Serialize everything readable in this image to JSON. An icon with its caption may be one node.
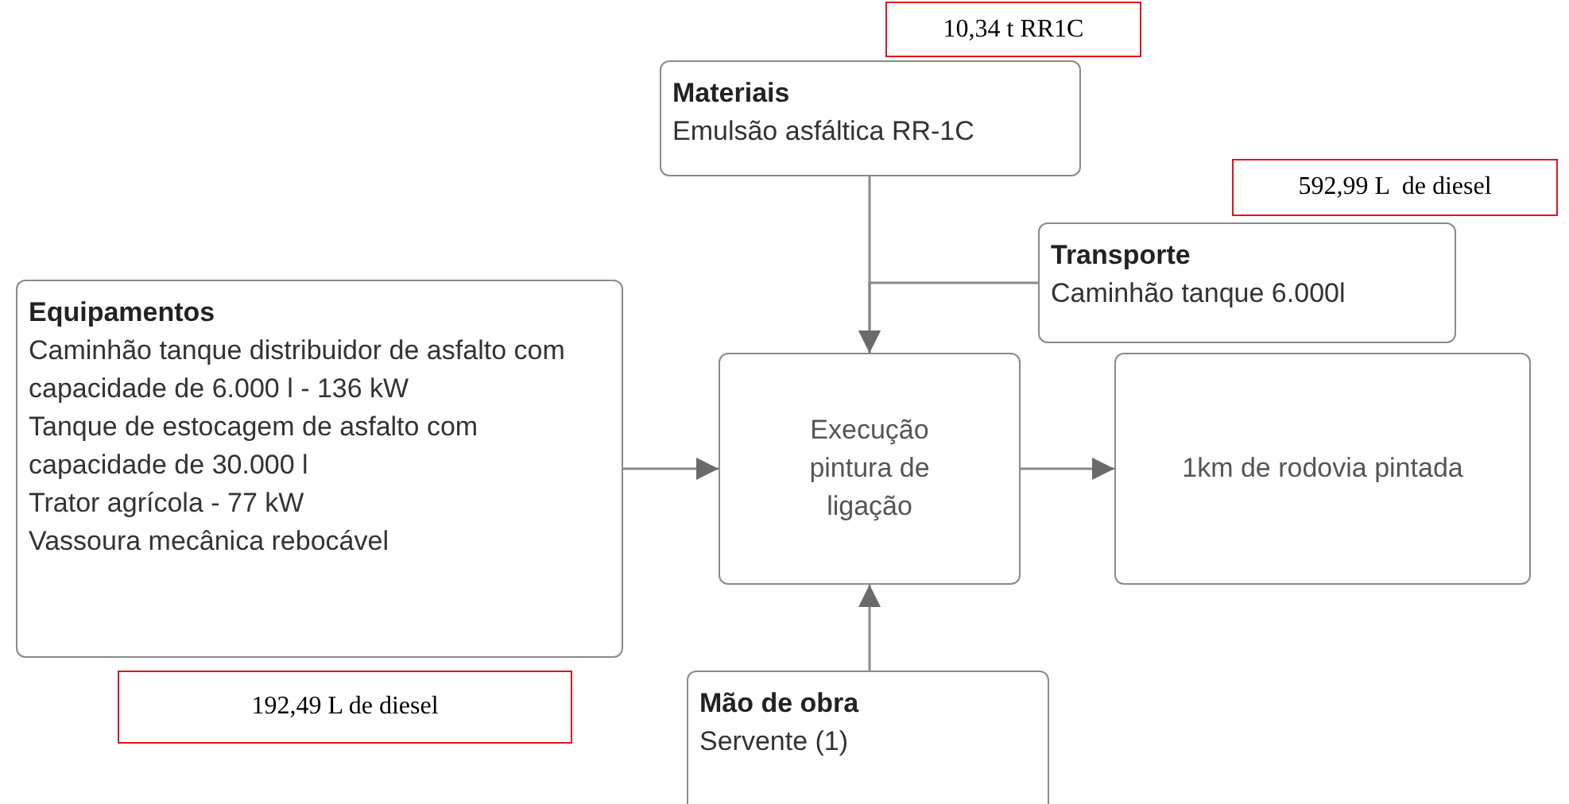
{
  "diagram": {
    "nodes": [
      {
        "text": [
          "Materiais",
          "Emulsão asfáltica RR-1C"
        ]
      },
      {
        "text": [
          "10,34 t RR1C"
        ]
      },
      {
        "text": [
          "Transporte",
          "Caminhão tanque 6.000l"
        ]
      },
      {
        "text": [
          "592,99 L  de diesel"
        ]
      },
      {
        "text": [
          "Equipamentos",
          "Caminhão tanque distribuidor de asfalto com capacidade de 6.000 l - 136 kW",
          "Tanque de estocagem de asfalto com capacidade de 30.000 l",
          "Trator agrícola - 77 kW",
          "Vassoura mecânica rebocável"
        ]
      },
      {
        "text": [
          "192,49 L de diesel"
        ]
      },
      {
        "text": [
          "Execução pintura de ligação"
        ]
      },
      {
        "text": [
          "1km de rodovia pintada"
        ]
      },
      {
        "text": [
          "Mão de obra",
          "Servente (1)"
        ]
      }
    ],
    "edges": [
      {
        "from": 0,
        "to": 6,
        "arrow": "to"
      },
      {
        "from": 2,
        "to": 6,
        "arrow": "to"
      },
      {
        "from": 4,
        "to": 6,
        "arrow": "to"
      },
      {
        "from": 6,
        "to": 7,
        "arrow": "to"
      },
      {
        "from": 8,
        "to": 6,
        "arrow": "to"
      }
    ]
  }
}
